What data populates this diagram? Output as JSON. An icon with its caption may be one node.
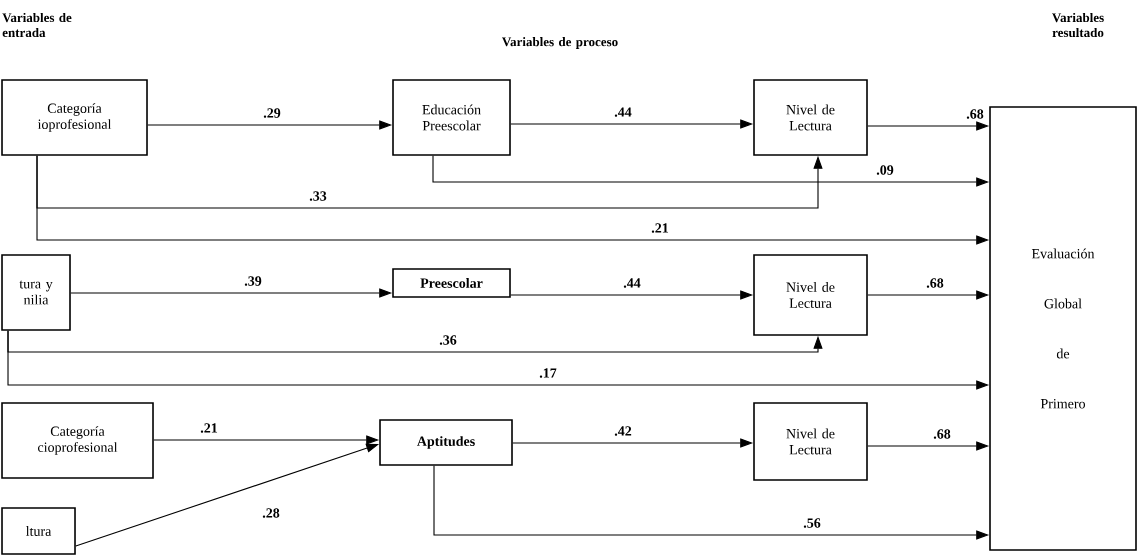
{
  "diagram": {
    "nodes": [
      {
        "text": [
          "Categoría ioprofesional"
        ]
      },
      {
        "text": [
          "Educación Preescolar"
        ]
      },
      {
        "text": [
          "Nivel de Lectura"
        ]
      },
      {
        "text": [
          "Evaluación",
          "Global",
          "de",
          "Primero"
        ]
      },
      {
        "text": [
          "tura y nilia"
        ]
      },
      {
        "text": [
          "Preescolar"
        ]
      },
      {
        "text": [
          "Nivel de Lectura"
        ]
      },
      {
        "text": [
          "Categoría cioprofesional"
        ]
      },
      {
        "text": [
          "Aptitudes"
        ]
      },
      {
        "text": [
          "Nivel de Lectura"
        ]
      },
      {
        "text": [
          "ltura"
        ]
      }
    ],
    "edges": [
      {
        "from": 0,
        "to": 1,
        "arrow": "to",
        "label": ".29"
      },
      {
        "from": 1,
        "to": 2,
        "arrow": "to",
        "label": ".44"
      },
      {
        "from": 2,
        "to": 3,
        "arrow": "to",
        "label": ".68"
      },
      {
        "from": 1,
        "to": 3,
        "arrow": "to",
        "label": ".09"
      },
      {
        "from": 0,
        "to": 2,
        "arrow": "to",
        "label": ".33"
      },
      {
        "from": 0,
        "to": 3,
        "arrow": "to",
        "label": ".21"
      },
      {
        "from": 4,
        "to": 5,
        "arrow": "to",
        "label": ".39"
      },
      {
        "from": 5,
        "to": 6,
        "arrow": "to",
        "label": ".44"
      },
      {
        "from": 6,
        "to": 3,
        "arrow": "to",
        "label": ".68"
      },
      {
        "from": 4,
        "to": 6,
        "arrow": "to",
        "label": ".36"
      },
      {
        "from": 4,
        "to": 3,
        "arrow": "to",
        "label": ".17"
      },
      {
        "from": 7,
        "to": 8,
        "arrow": "to",
        "label": ".21"
      },
      {
        "from": 10,
        "to": 8,
        "arrow": "to",
        "label": ".28"
      },
      {
        "from": 8,
        "to": 9,
        "arrow": "to",
        "label": ".42"
      },
      {
        "from": 9,
        "to": 3,
        "arrow": "to",
        "label": ".68"
      },
      {
        "from": 8,
        "to": 3,
        "arrow": "to",
        "label": ".56"
      }
    ],
    "labels": [
      "Variables de entrada",
      "Variables de proceso",
      "Variables resultado"
    ]
  }
}
